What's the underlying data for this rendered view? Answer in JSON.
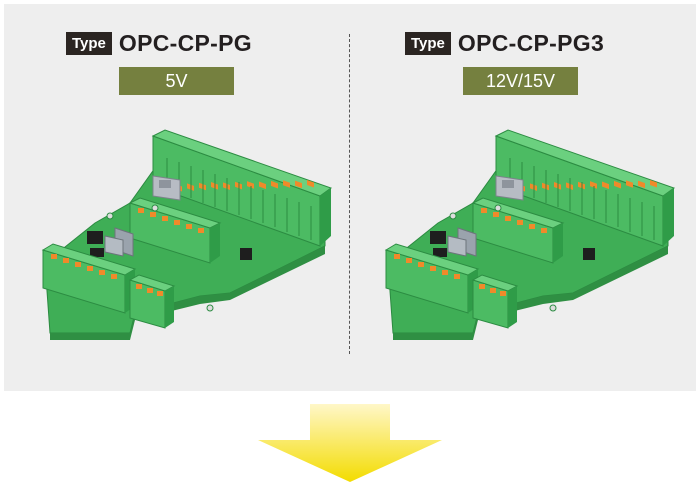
{
  "left": {
    "type_label": "Type",
    "model": "OPC-CP-PG",
    "voltage": "5V",
    "image_icon": "pcb-board-image"
  },
  "right": {
    "type_label": "Type",
    "model": "OPC-CP-PG3",
    "voltage": "12V/15V",
    "image_icon": "pcb-board-image"
  },
  "arrow_icon": "down-arrow-icon",
  "colors": {
    "panel_bg": "#eeeeee",
    "badge_bg": "#2b2522",
    "voltage_bg": "#75803f",
    "board_green": "#3fae56",
    "terminal_orange": "#f08a2a",
    "arrow_top": "#fff7c8",
    "arrow_bottom": "#f3dc00"
  }
}
